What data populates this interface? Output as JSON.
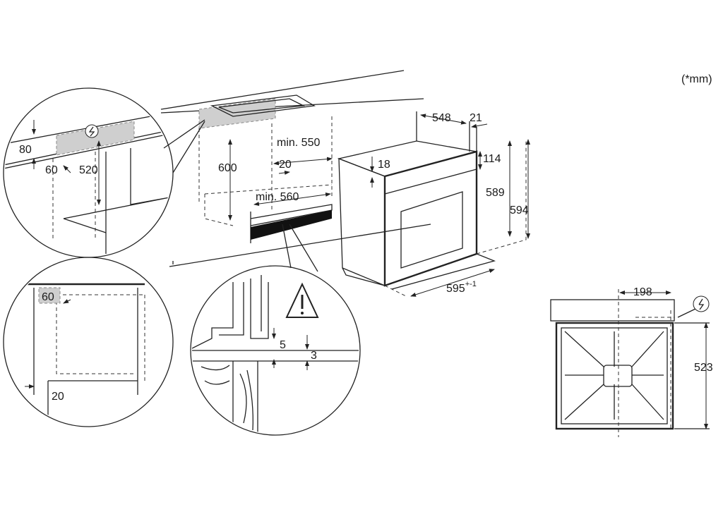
{
  "units_note": "(*mm)",
  "oven_dims": {
    "depth": "548",
    "door": "21",
    "top_offset": "114",
    "panel": "18",
    "height_inner": "589",
    "height": "594",
    "width": "595",
    "width_tol": "+-1"
  },
  "cabinet_dims": {
    "min_depth": "min. 550",
    "height": "600",
    "gap": "20",
    "min_width": "min. 560"
  },
  "detail_hob": {
    "offset_top": "80",
    "offset_side": "60",
    "depth": "520"
  },
  "detail_side": {
    "offset_top": "60",
    "offset_bottom": "20"
  },
  "detail_section": {
    "gap_a": "5",
    "gap_b": "3"
  },
  "top_view": {
    "width": "198",
    "depth": "523"
  },
  "icons": [
    "electric-hazard-icon",
    "warning-triangle-icon"
  ]
}
